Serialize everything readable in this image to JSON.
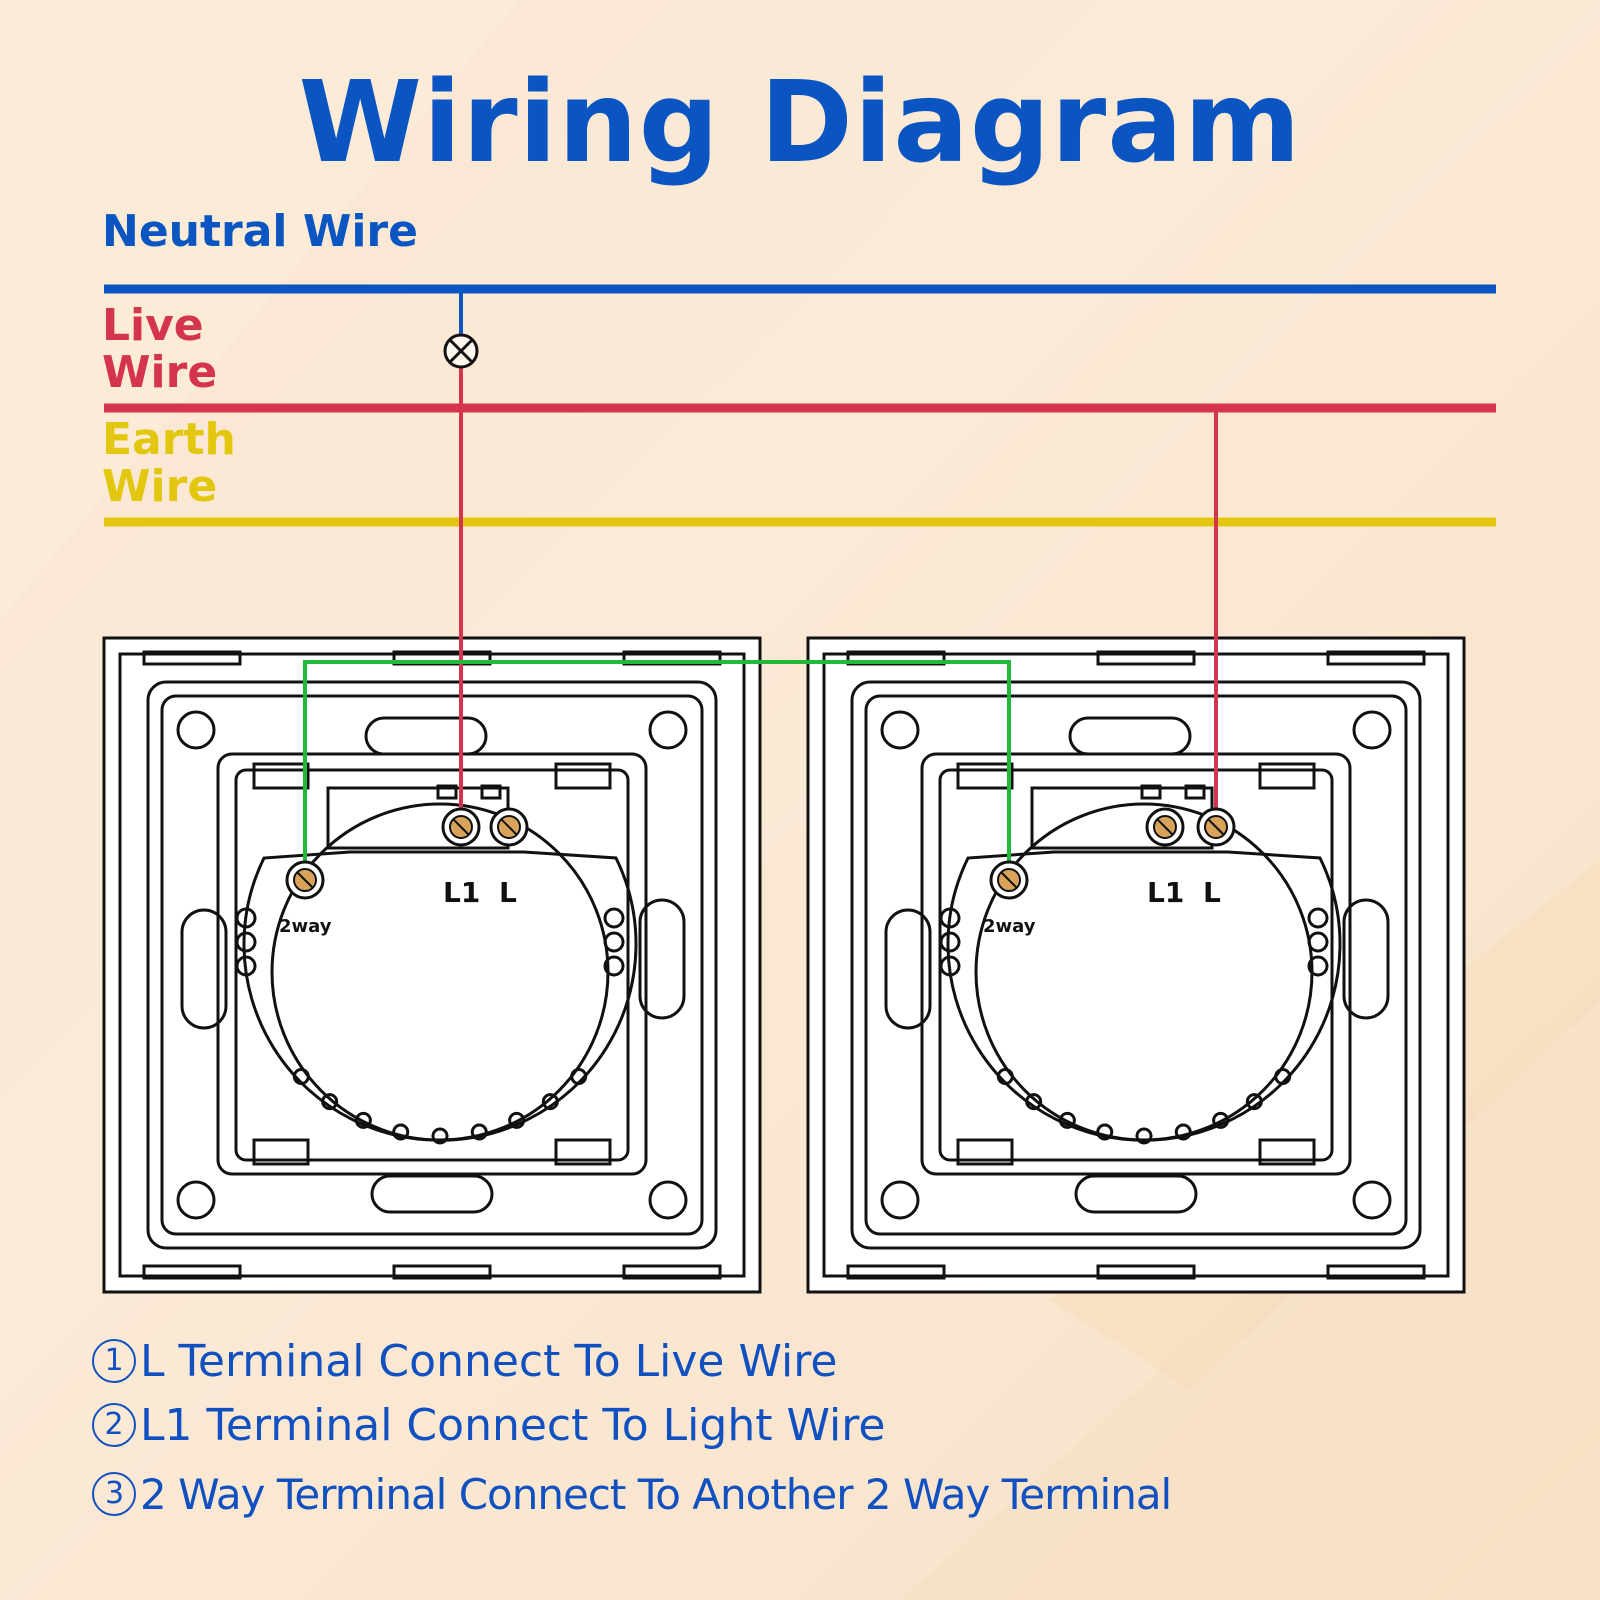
{
  "title": "Wiring Diagram",
  "wires": {
    "neutral": {
      "label": "Neutral Wire",
      "color": "#0a55c2"
    },
    "live": {
      "label": "Live Wire",
      "color": "#d5344f"
    },
    "earth": {
      "label": "Earth Wire",
      "color": "#e3c70f"
    },
    "traveler_color": "#22b83a"
  },
  "switches": [
    {
      "terminal_2way": "2way",
      "terminal_l1": "L1",
      "terminal_l": "L"
    },
    {
      "terminal_2way": "2way",
      "terminal_l1": "L1",
      "terminal_l": "L"
    }
  ],
  "notes": [
    {
      "num": "1",
      "text": "L Terminal Connect To Live Wire"
    },
    {
      "num": "2",
      "text": "L1 Terminal Connect To Light Wire"
    },
    {
      "num": "3",
      "text": "2 Way Terminal Connect To Another 2 Way Terminal"
    }
  ],
  "icons": {
    "lamp": "lamp-symbol-icon",
    "screw": "screw-terminal-icon"
  }
}
